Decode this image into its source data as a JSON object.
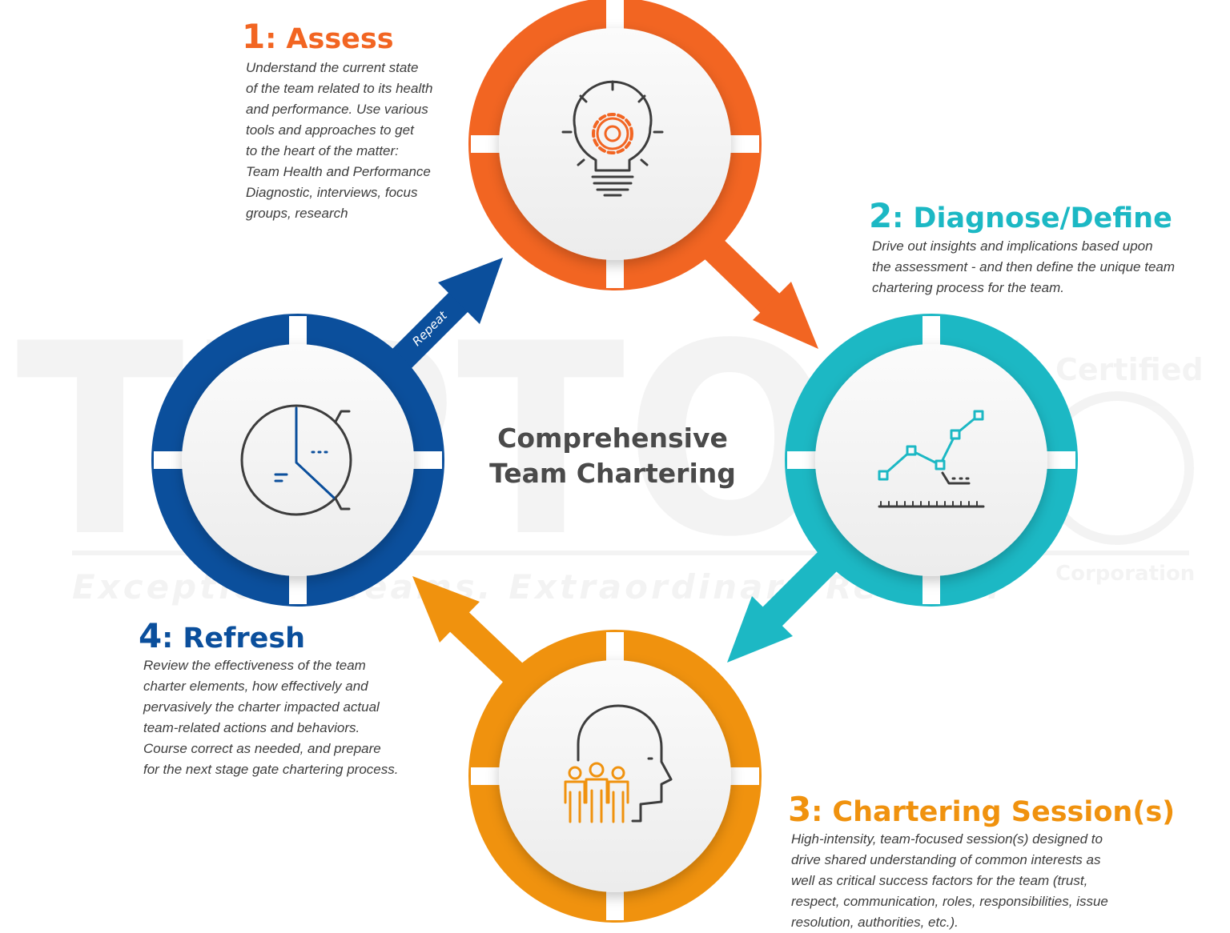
{
  "diagram": {
    "center": {
      "line1": "Comprehensive",
      "line2": "Team Chartering"
    },
    "repeat_label": "Repeat",
    "steps": [
      {
        "num": "1",
        "title": ": Assess",
        "color": "#F26522",
        "lines": [
          "Understand the current state",
          "of the team related to its health",
          "and performance. Use various",
          "tools and approaches to get",
          "to the heart of the matter:",
          "Team Health and Performance",
          "Diagnostic, interviews, focus",
          "groups, research"
        ],
        "icon": "lightbulb-gear-icon"
      },
      {
        "num": "2",
        "title": ": Diagnose/Define",
        "color": "#1CB8C4",
        "lines": [
          "Drive out insights and implications based upon",
          "the assessment - and then define the unique team",
          "chartering process for the team."
        ],
        "icon": "line-chart-icon"
      },
      {
        "num": "3",
        "title": ": Chartering Session(s)",
        "color": "#F0920E",
        "lines": [
          "High-intensity, team-focused session(s) designed to",
          "drive shared understanding of common interests as",
          "well as critical success factors for the team (trust,",
          "respect, communication, roles, responsibilities, issue",
          "resolution, authorities, etc.)."
        ],
        "icon": "head-team-icon"
      },
      {
        "num": "4",
        "title": ": Refresh",
        "color": "#0B4F9C",
        "lines": [
          "Review the effectiveness of the team",
          "charter elements, how effectively and",
          "pervasively the charter impacted actual",
          "team-related actions and behaviors.",
          "Course correct as needed, and prepare",
          "for the next stage gate chartering process."
        ],
        "icon": "clock-chart-icon"
      }
    ],
    "watermark": {
      "brand": "TIPTON",
      "certified": "Certified",
      "corporation": "Corporation",
      "tagline": "Exceptional Teams. Extraordinary Results."
    }
  }
}
